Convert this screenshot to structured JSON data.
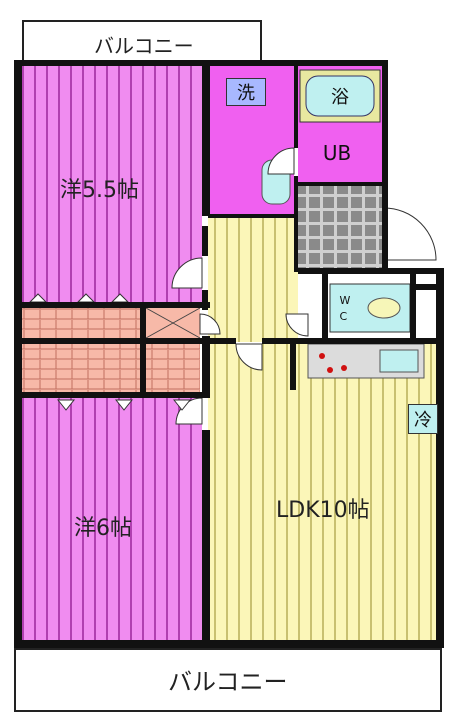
{
  "plan": {
    "balcony_top": "バルコニー",
    "balcony_bottom": "バルコニー",
    "room_western_55": "洋5.5帖",
    "room_western_6": "洋6帖",
    "room_ldk": "LDK10帖",
    "washer": "洗",
    "bath": "浴",
    "unit_bath": "UB",
    "toilet": "W\nC",
    "fridge": "冷"
  },
  "colors": {
    "western_room": "#f08cf0",
    "ldk_floor": "#fbf6b8",
    "wash_area": "#f060f0",
    "closet": "#f7b9a8",
    "entrance_tile": "#9a9a9a",
    "wall": "#111111",
    "fixture": "#bff0f0"
  }
}
